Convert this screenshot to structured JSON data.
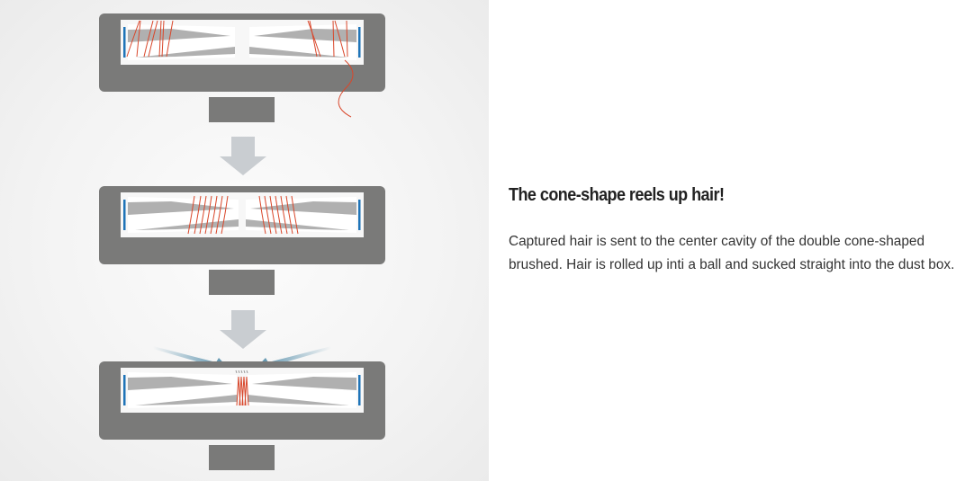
{
  "illustration": {
    "colors": {
      "housing": "#7a7a79",
      "hair": "#d9472b",
      "brush_edge": "#1f74b8",
      "arrow_gray": "#c9cdd1",
      "suction_arrow": "#4a87a5"
    },
    "steps": [
      "hair-tangled-on-brush",
      "hair-moved-to-center",
      "hair-sucked-into-dust-box"
    ]
  },
  "content": {
    "heading": "The cone-shape reels up hair!",
    "paragraph": "Captured hair is sent to the center cavity of the double cone-shaped brushed. Hair is rolled up inti a ball and sucked straight into the dust box."
  }
}
